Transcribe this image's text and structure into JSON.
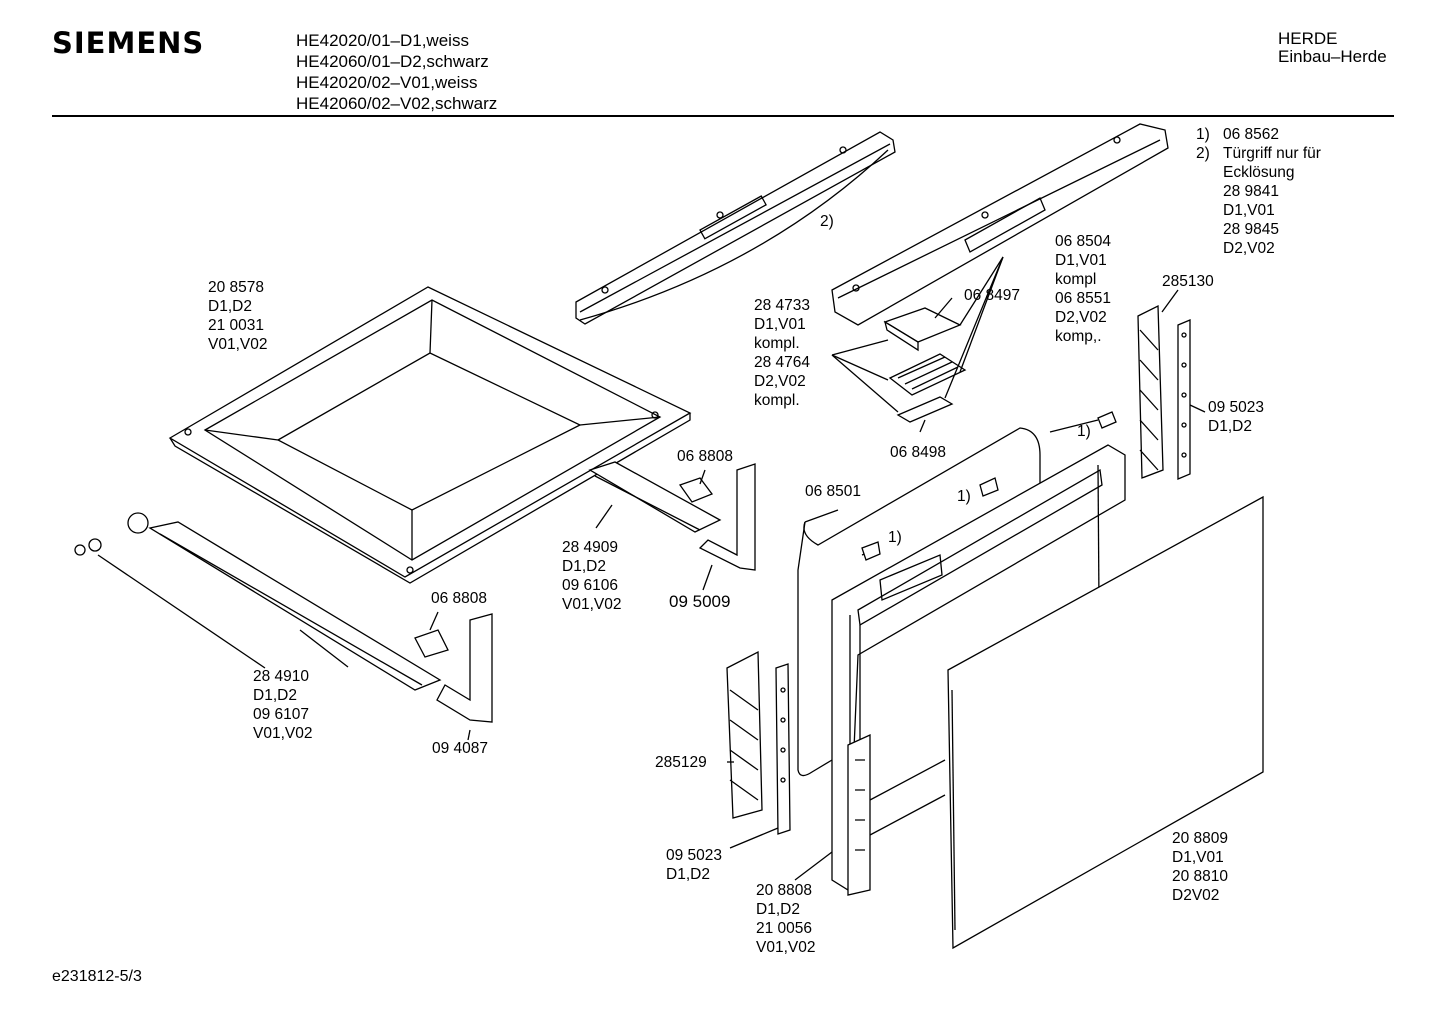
{
  "brand": "SIEMENS",
  "models": [
    "HE42020/01–D1,weiss",
    "HE42060/01–D2,schwarz",
    "HE42020/02–V01,weiss",
    "HE42060/02–V02,schwarz"
  ],
  "category": {
    "line1": "HERDE",
    "line2": "Einbau–Herde"
  },
  "notes": {
    "n1_num": "1)",
    "n1_text": "06 8562",
    "n2_num": "2)",
    "n2_text": "Türgriff nur für",
    "n2_lines": [
      "Ecklösung",
      "28 9841",
      "D1,V01",
      "28 9845",
      "D2,V02"
    ]
  },
  "labels": {
    "l_208578": [
      "20 8578",
      "D1,D2",
      "21 0031",
      "V01,V02"
    ],
    "l_handle2": "2)",
    "l_284733": [
      "28 4733",
      "D1,V01",
      "kompl.",
      "28 4764",
      "D2,V02",
      "kompl."
    ],
    "l_068497": "06 8497",
    "l_068504": [
      "06 8504",
      "D1,V01",
      "kompl",
      "06 8551",
      "D2,V02",
      "komp,."
    ],
    "l_285130": "285130",
    "l_068498": "06 8498",
    "l_095023r": [
      "09 5023",
      "D1,D2"
    ],
    "l_1a": "1)",
    "l_1b": "1)",
    "l_1c": "1)",
    "l_068808a": "06 8808",
    "l_284909": [
      "28 4909",
      "D1,D2",
      "09 6106",
      "V01,V02"
    ],
    "l_095009": "09 5009",
    "l_068501": "06 8501",
    "l_068808b": "06 8808",
    "l_284910": [
      "28 4910",
      "D1,D2",
      "09 6107",
      "V01,V02"
    ],
    "l_094087": "09 4087",
    "l_285129": "285129",
    "l_095023l": [
      "09 5023",
      "D1,D2"
    ],
    "l_208808": [
      "20 8808",
      "D1,D2",
      "21 0056",
      "V01,V02"
    ],
    "l_208809": [
      "20 8809",
      "D1,V01",
      "20 8810",
      "D2V02"
    ]
  },
  "footer": "e231812-5/3"
}
